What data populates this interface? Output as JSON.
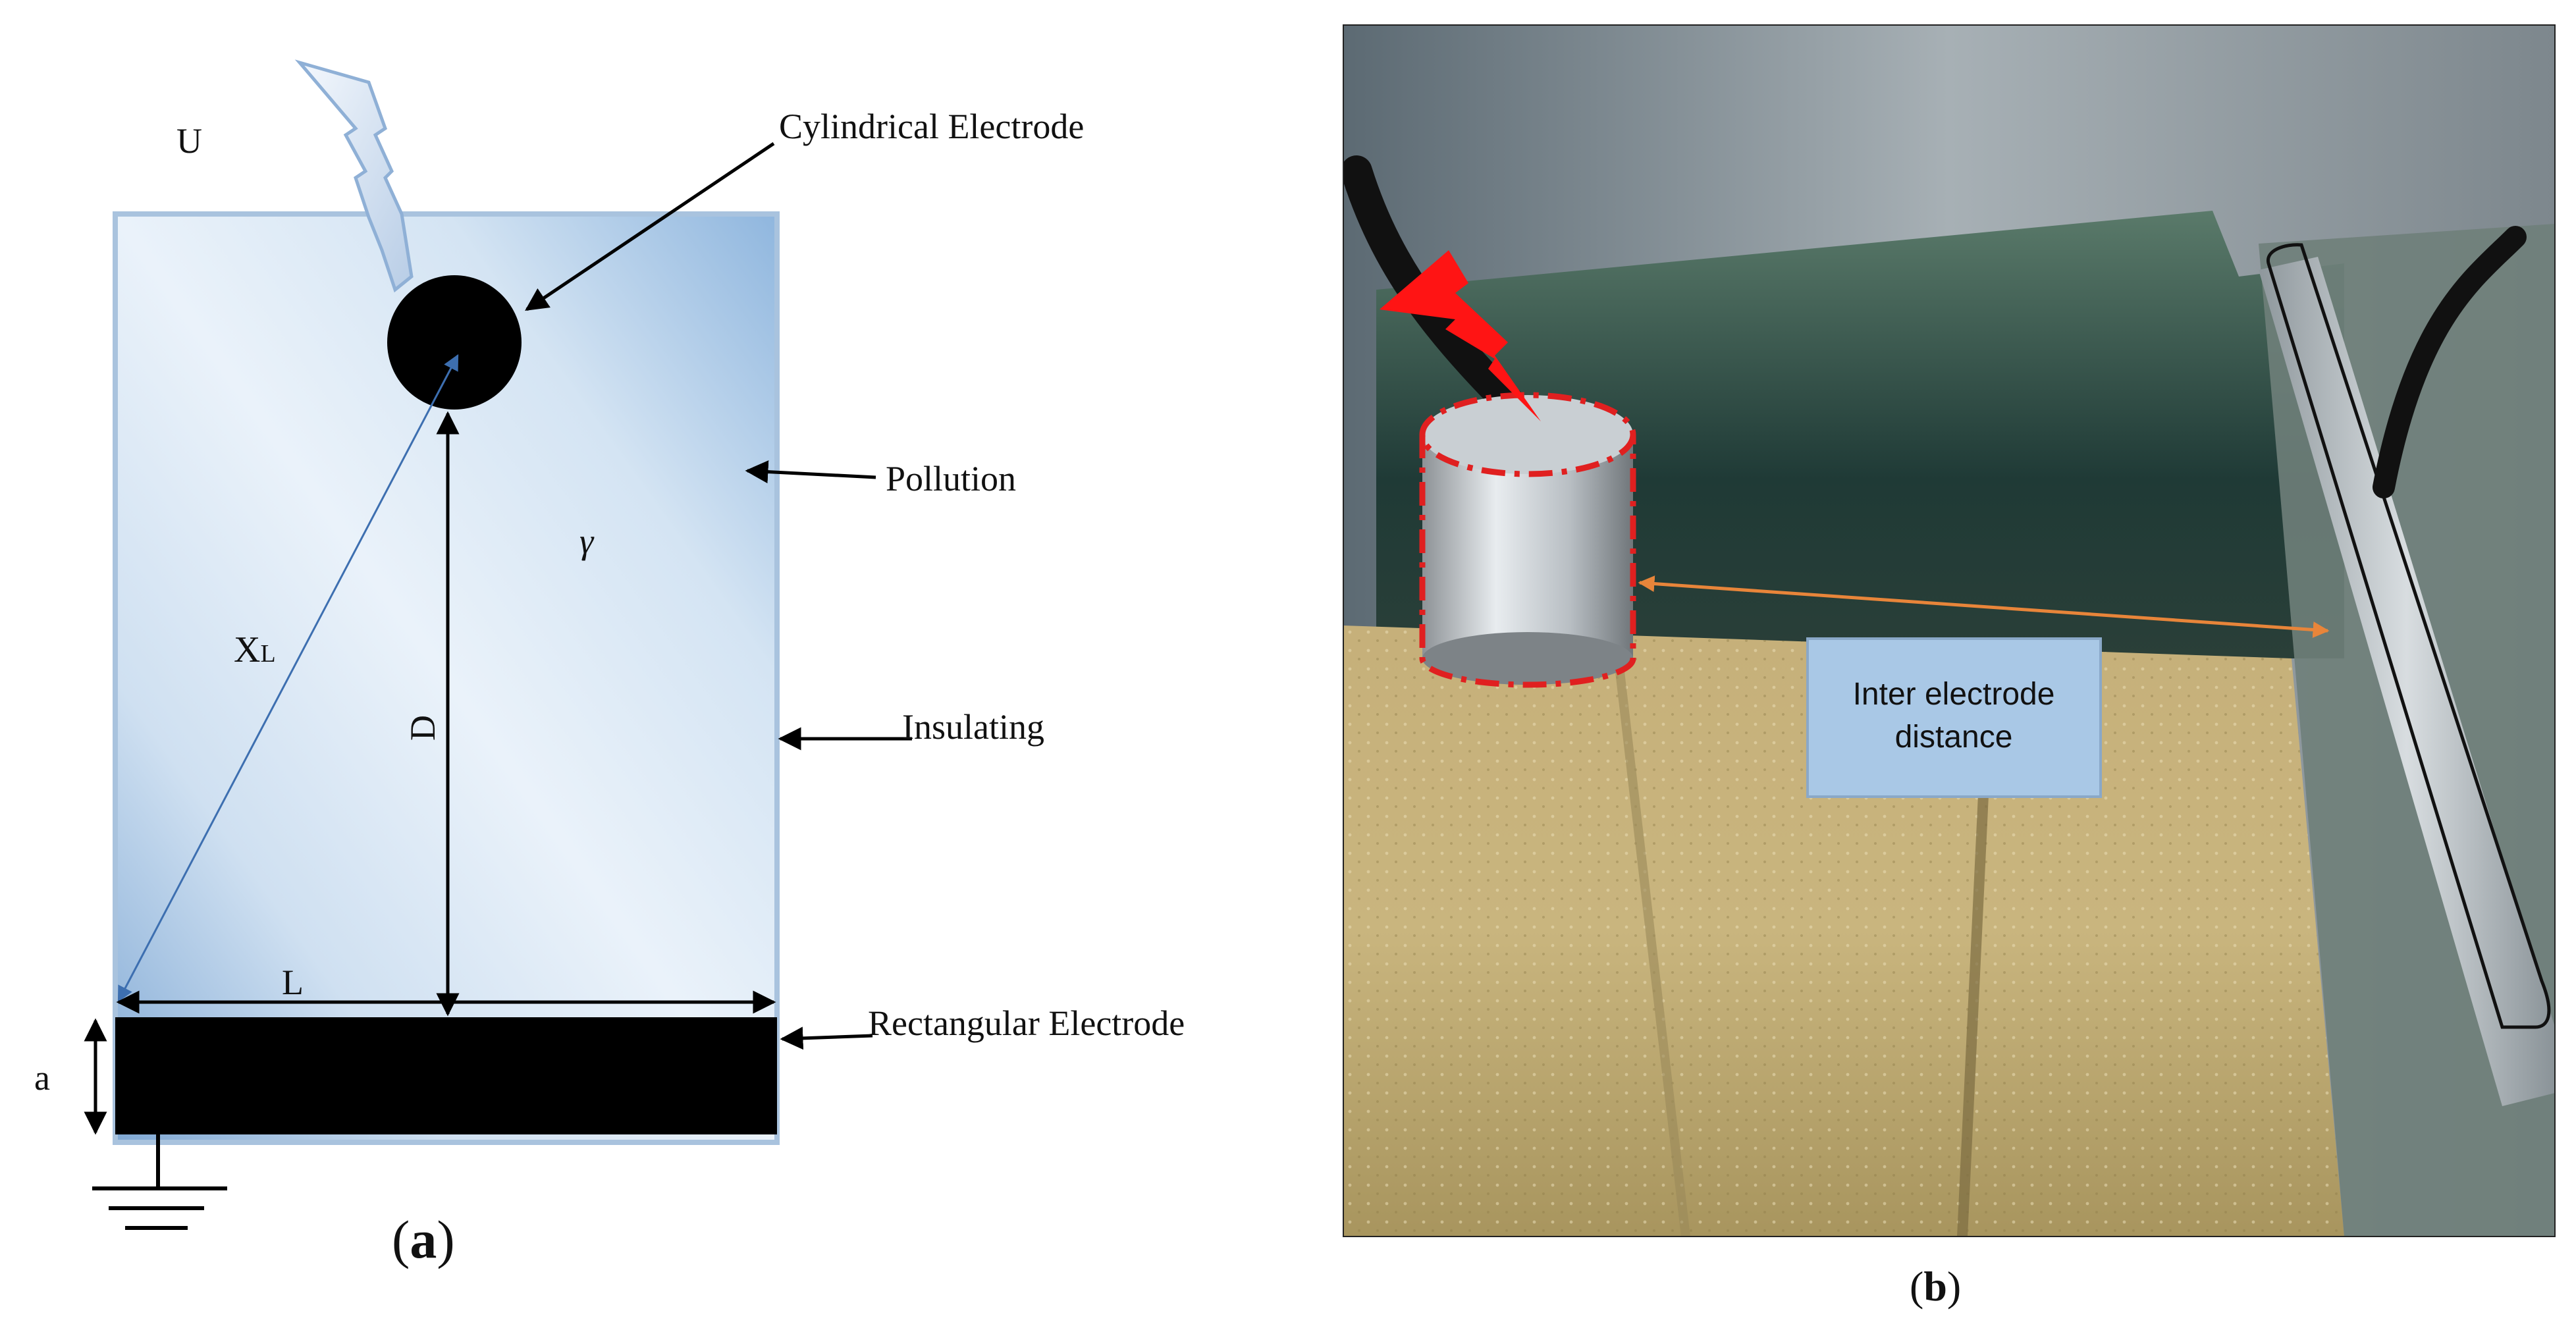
{
  "panel_a": {
    "label_voltage": "U",
    "label_cyl_electrode": "Cylindrical Electrode",
    "label_pollution": "Pollution",
    "label_gamma": "γ",
    "label_xl_main": "X",
    "label_xl_sub": "L",
    "label_d": "D",
    "label_insulating": "Insulating",
    "label_l": "L",
    "label_rect_electrode": "Rectangular Electrode",
    "label_a": "a",
    "caption_open": "(",
    "caption_letter": "a",
    "caption_close": ")"
  },
  "panel_b": {
    "callout_line1": "Inter electrode",
    "callout_line2": "distance",
    "caption_open": "(",
    "caption_letter": "b",
    "caption_close": ")"
  },
  "colors": {
    "plate_light": "#eaf2fa",
    "plate_dark": "#9dbfe0",
    "electrode": "#000000",
    "lightning_a": "#dde8f5",
    "lightning_b": "#ff1414",
    "callout_fill": "#a9c8e6",
    "distance_arrow": "#e8853a",
    "outline_red": "#e02020"
  }
}
